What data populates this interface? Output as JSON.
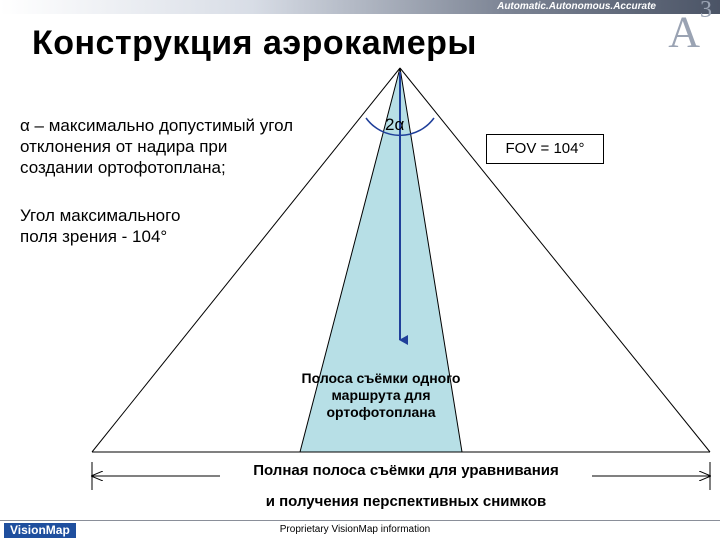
{
  "header": {
    "tagline": "Automatic.Autonomous.Accurate",
    "logo_letter": "A",
    "logo_sup": "3"
  },
  "title": "Конструкция аэрокамеры",
  "alpha_definition": "α – максимально допустимый угол отклонения от надира при создании ортофотоплана;",
  "fov_definition": "Угол максимального поля зрения - 104°",
  "angle_label": "2α",
  "fov_box": "FOV = 104°",
  "strip_label": "Полоса съёмки одного маршрута для ортофотоплана",
  "full_strip_label_line1": "Полная полоса съёмки для уравнивания",
  "full_strip_label_line2": "и получения перспективных снимков",
  "footer": {
    "brand_1": "Visi",
    "brand_2": "onMap",
    "proprietary": "Proprietary VisionMap information"
  },
  "colors": {
    "strip_fill": "#b7dfe6",
    "lines": "#000000",
    "arrow": "#1f3f9a",
    "brand": "#1f4f9e"
  }
}
